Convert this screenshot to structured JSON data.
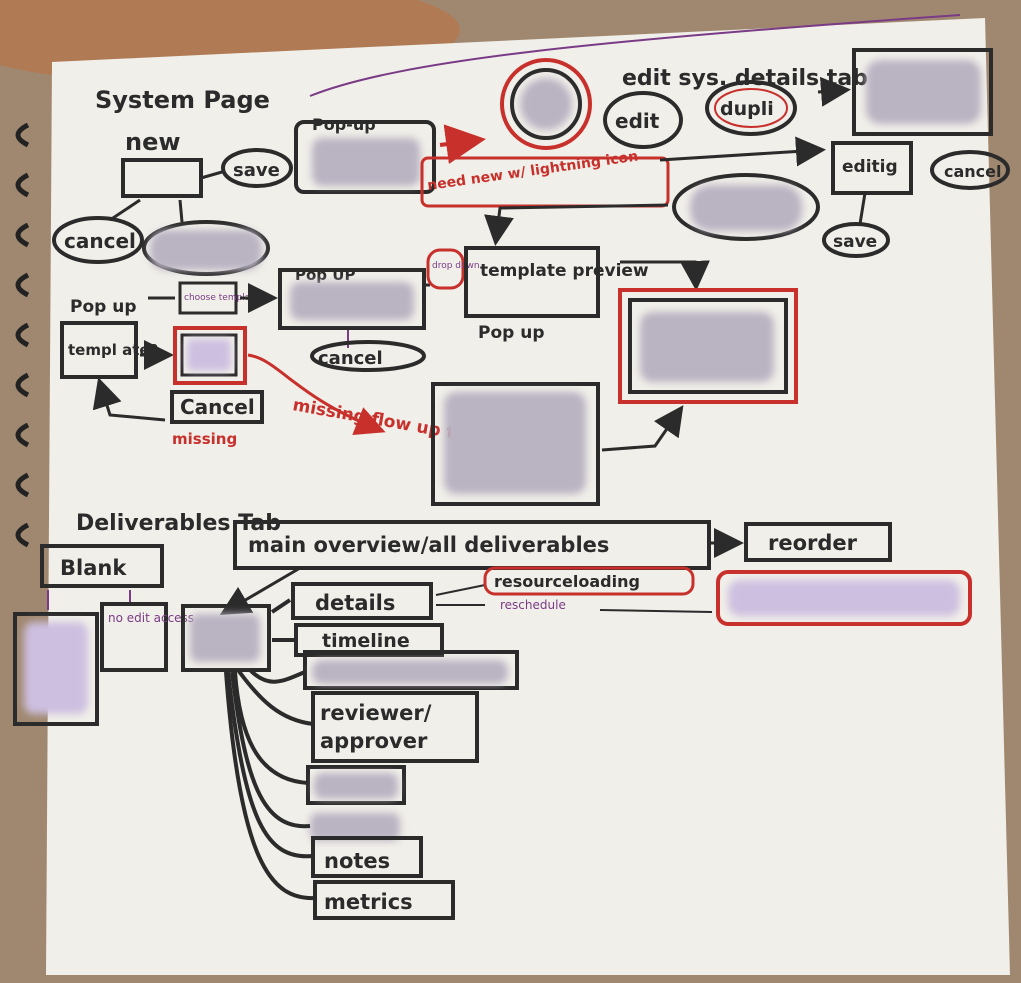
{
  "colors": {
    "paper": "#f1efe9",
    "ink_black": "#2b2b2b",
    "ink_red": "#c8302c",
    "ink_purple": "#7a3b86",
    "redacted": "#b9b3c2",
    "background_top": "#a08870"
  },
  "system_page": {
    "title": "System Page",
    "new_label": "new",
    "save_label": "save",
    "cancel_label": "cancel",
    "popup_label": "Pop-up",
    "need_new_note": "need new w/ lightning icon",
    "edit_label": "edit",
    "edit_sys_tab_label": "edit sys. details tab",
    "dupli_label": "dupli",
    "editig_label": "editig",
    "cancel2_label": "cancel",
    "save2_label": "save",
    "popup2_label": "Pop up",
    "choose_template_label": "choose template",
    "template_q_label": "templ ate?",
    "pop_up_label": "Pop UP",
    "drop_down_label": "drop down",
    "template_preview_label": "template preview",
    "popup3_label": "Pop up",
    "cancel3_label": "cancel",
    "cancel4_label": "Cancel",
    "missing_label": "missing",
    "missing_flow_note": "missing flow up to this point"
  },
  "deliverables_tab": {
    "title": "Deliverables Tab",
    "blank_label": "Blank",
    "no_edit_label": "no edit access",
    "main_overview_label": "main overview/all deliverables",
    "reorder_label": "reorder",
    "details_label": "details",
    "resourceloading_label": "resourceloading",
    "reschedule_label": "reschedule",
    "timeline_label": "timeline",
    "reviewer_label": "reviewer/",
    "approver_label": "approver",
    "notes_label": "notes",
    "metrics_label": "metrics"
  }
}
